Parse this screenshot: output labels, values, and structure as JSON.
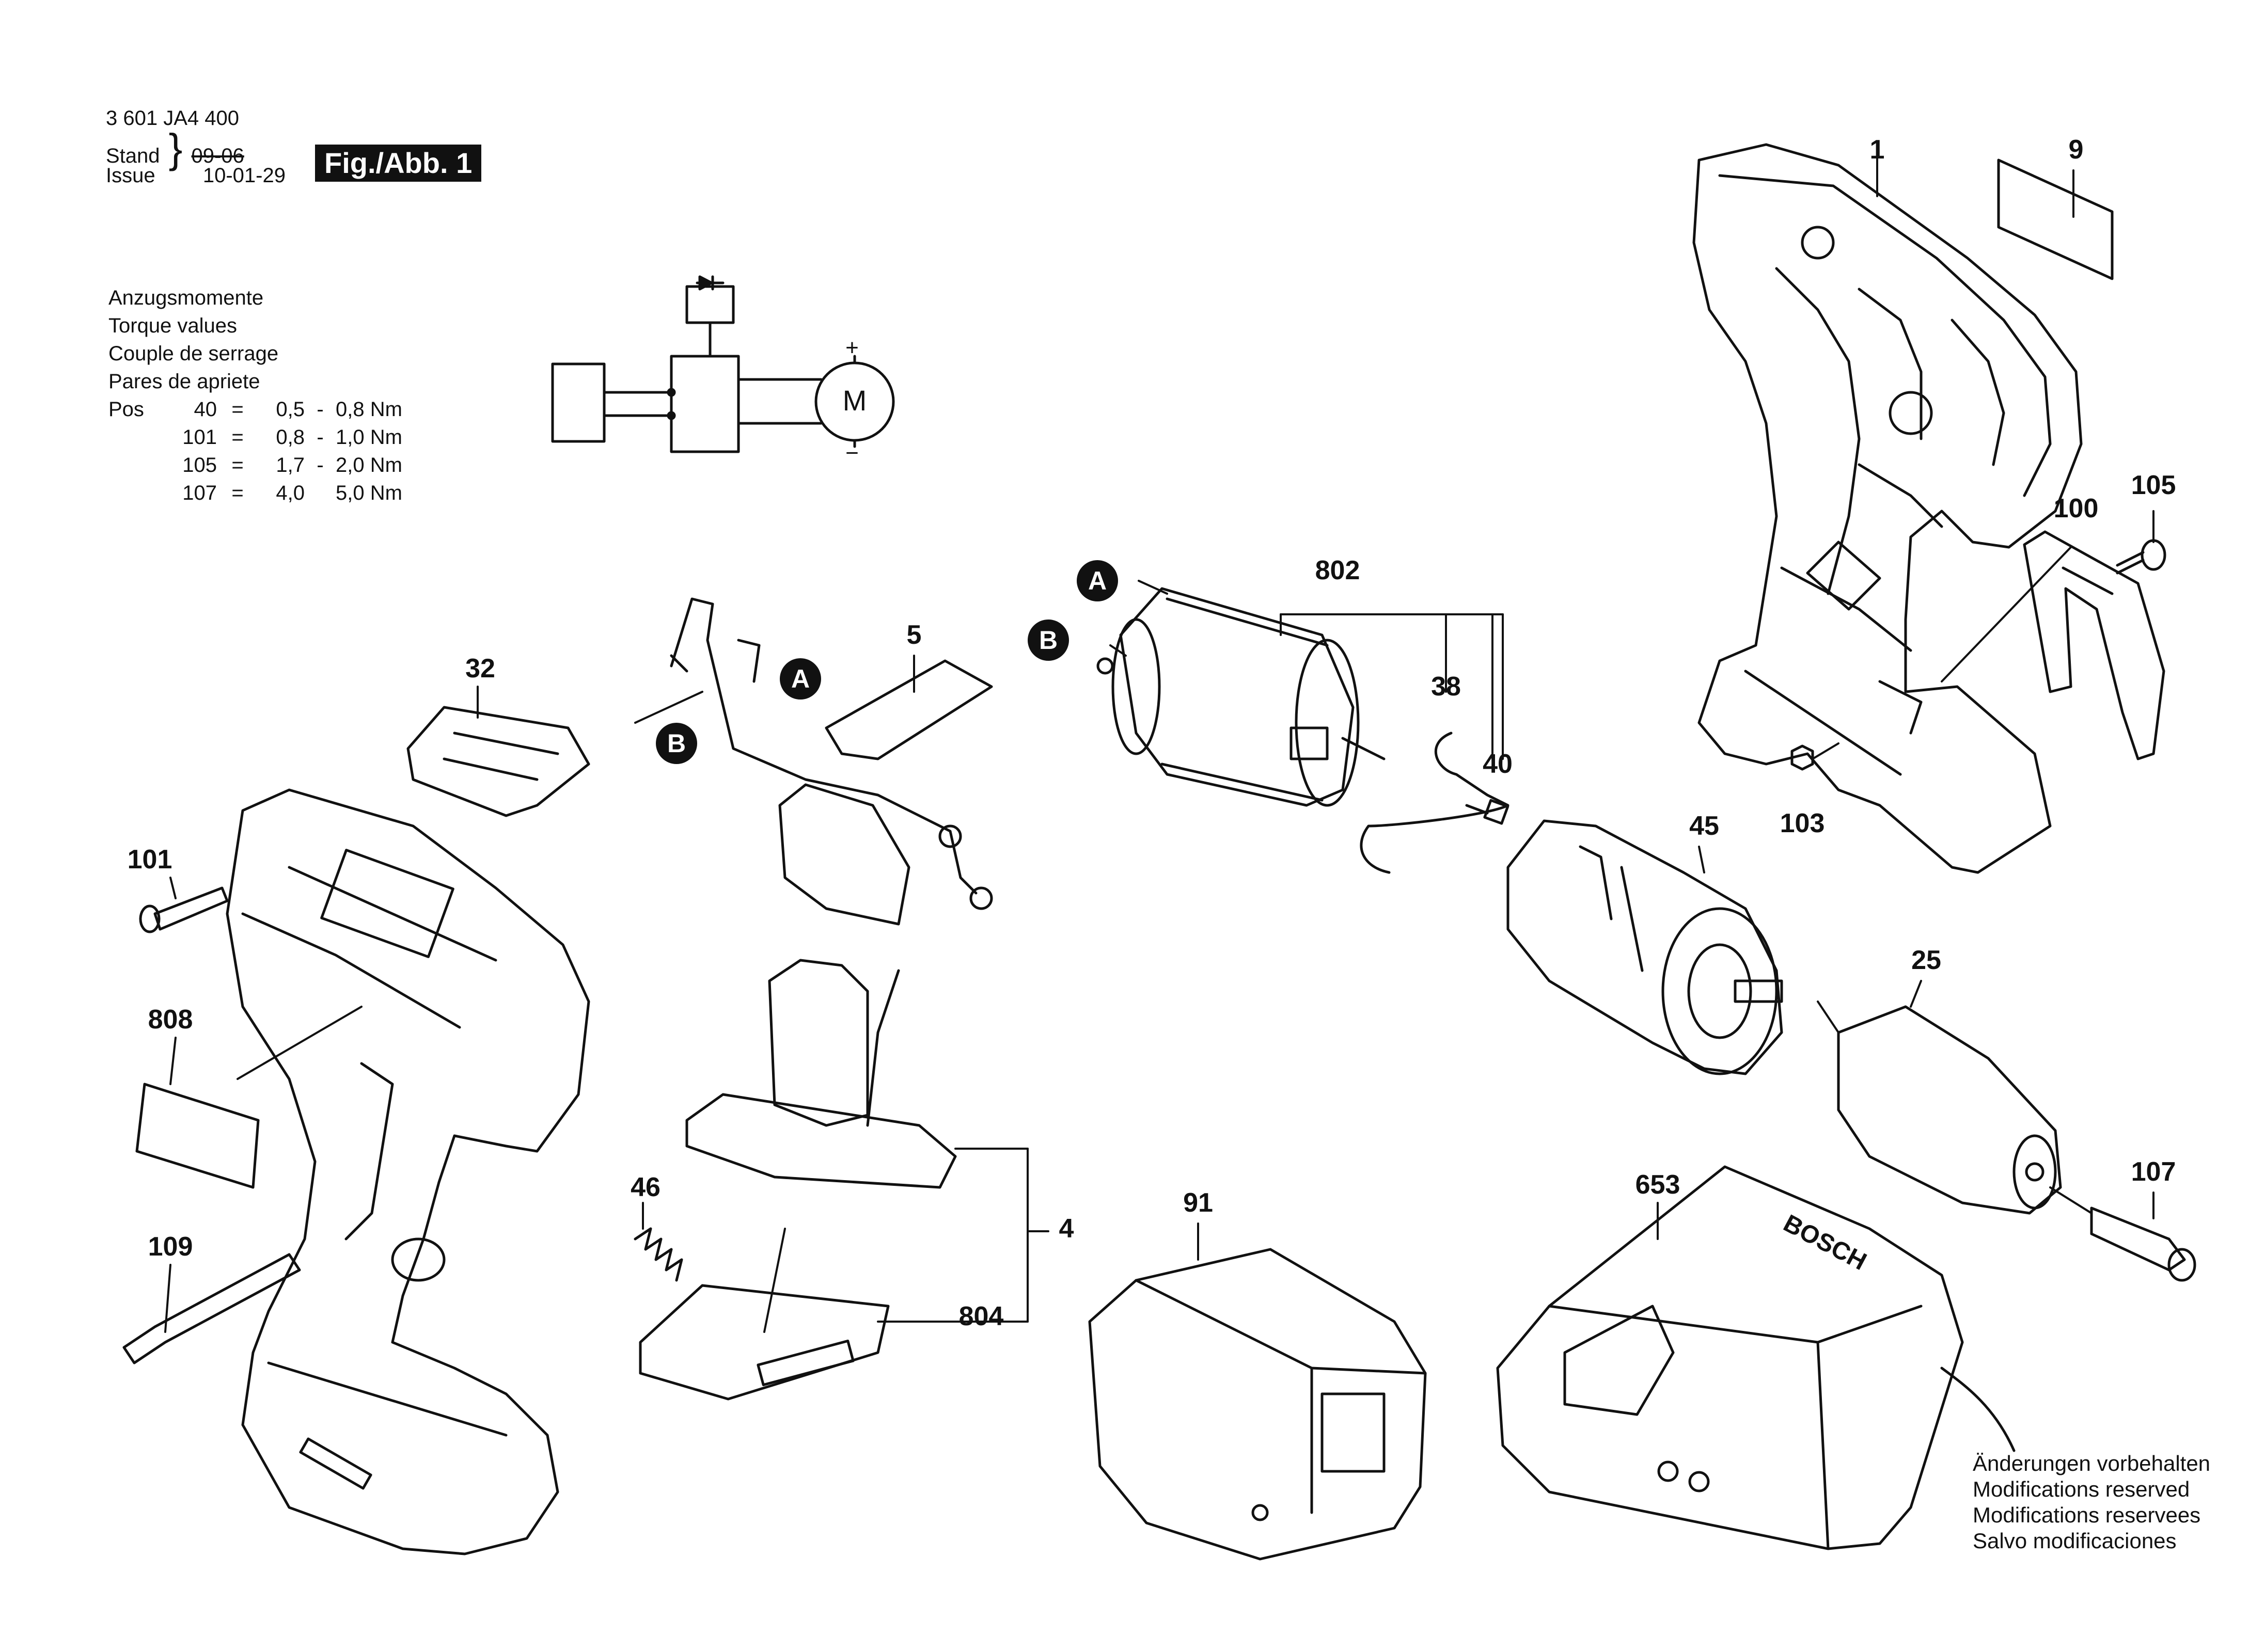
{
  "header": {
    "part_number": "3 601 JA4 400",
    "stand_label": "Stand",
    "issue_label": "Issue",
    "old_date": "09-06",
    "issue_date": "10-01-29",
    "figure_label": "Fig./Abb. 1"
  },
  "torque": {
    "titles": [
      "Anzugsmomente",
      "Torque values",
      "Couple de serrage",
      "Pares de apriete"
    ],
    "pos_label": "Pos",
    "rows": [
      {
        "pos": "40",
        "eq": "=",
        "min": "0,5",
        "dash": "-",
        "max": "0,8 Nm"
      },
      {
        "pos": "101",
        "eq": "=",
        "min": "0,8",
        "dash": "-",
        "max": "1,0 Nm"
      },
      {
        "pos": "105",
        "eq": "=",
        "min": "1,7",
        "dash": "-",
        "max": "2,0 Nm"
      },
      {
        "pos": "107",
        "eq": "=",
        "min": "4,0",
        "dash": "",
        "max": "5,0 Nm"
      }
    ]
  },
  "circuit": {
    "motor_label": "M",
    "plus": "+",
    "minus": "−"
  },
  "parts": {
    "p1": "1",
    "p9": "9",
    "p105": "105",
    "p100": "100",
    "p103": "103",
    "p802": "802",
    "p38": "38",
    "p40": "40",
    "p45": "45",
    "p25": "25",
    "p107": "107",
    "p5": "5",
    "p32": "32",
    "p101": "101",
    "p808": "808",
    "p109": "109",
    "p46": "46",
    "p4": "4",
    "p804": "804",
    "p91": "91",
    "p653": "653"
  },
  "markers": {
    "a": "A",
    "b": "B"
  },
  "charger_brand": "BOSCH",
  "notes": [
    "Änderungen vorbehalten",
    "Modifications reserved",
    "Modifications reservees",
    "Salvo modificaciones"
  ]
}
